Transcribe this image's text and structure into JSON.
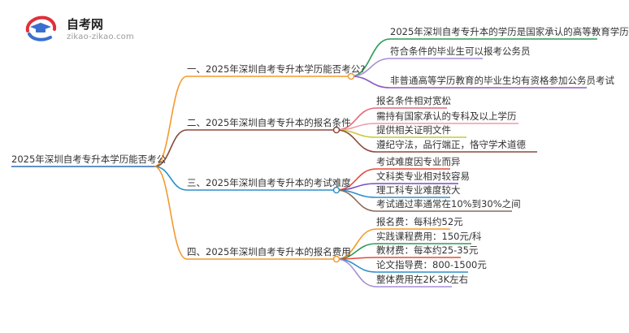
{
  "logo": {
    "title": "自考网",
    "subtitle": "zikao-zikao.com",
    "icon": "graduation-cap-icon"
  },
  "root": "2025年深圳自考专升本学历能否考公",
  "branches": [
    {
      "label": "一、2025年深圳自考专升本学历能否考公?",
      "color": "#f39a2c",
      "children": [
        "2025年深圳自考专升本的学历是国家承认的高等教育学历",
        "符合条件的毕业生可以报考公务员",
        "非普通高等学历教育的毕业生均有资格参加公务员考试"
      ],
      "child_colors": [
        "#2e9a5a",
        "#a78fd6",
        "#8e5cc4"
      ]
    },
    {
      "label": "二、2025年深圳自考专升本的报名条件",
      "color": "#8a4a3a",
      "children": [
        "报名条件相对宽松",
        "需持有国家承认的专科及以上学历",
        "提供相关证明文件",
        "遵纪守法，品行端正，恪守学术道德"
      ],
      "child_colors": [
        "#e7667a",
        "#f09aa8",
        "#c9c93a",
        "#8a4a3a"
      ]
    },
    {
      "label": "三、2025年深圳自考专升本的考试难度",
      "color": "#2f8fc9",
      "children": [
        "考试难度因专业而异",
        "文科类专业相对较容易",
        "理工科专业难度较大",
        "考试通过率通常在10%到30%之间"
      ],
      "child_colors": [
        "#e54a3a",
        "#7b4bc2",
        "#2f8fc9",
        "#8a6a5a"
      ]
    },
    {
      "label": "四、2025年深圳自考专升本的报名费用",
      "color": "#f39a2c",
      "children": [
        "报名费：每科约52元",
        "实践课程费用：150元/科",
        "教材费：每本约25-35元",
        "论文指导费：800-1500元",
        "整体费用在2K-3K左右"
      ],
      "child_colors": [
        "#f39a2c",
        "#2e9a5a",
        "#e54a3a",
        "#2f8fc9",
        "#a78fd6"
      ]
    }
  ]
}
